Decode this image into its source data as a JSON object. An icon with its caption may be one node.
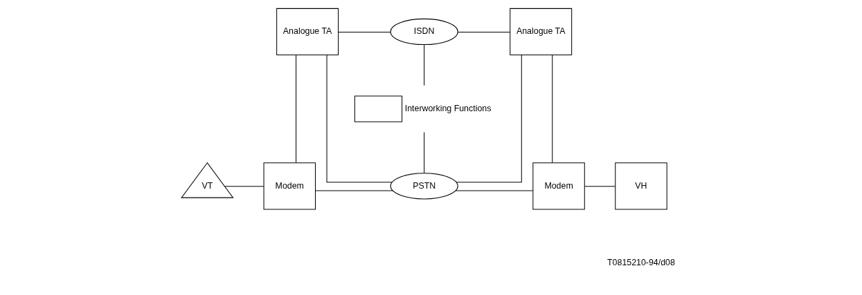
{
  "diagram": {
    "nodes": [
      {
        "text": [
          "Analogue TA"
        ]
      },
      {
        "text": [
          "ISDN"
        ]
      },
      {
        "text": [
          "Analogue TA"
        ]
      },
      {
        "text": [],
        "shape": "box",
        "beside": [
          "Interworking Functions"
        ]
      },
      {
        "text": [
          "VT"
        ]
      },
      {
        "text": [
          "Modem"
        ]
      },
      {
        "text": [
          "PSTN"
        ]
      },
      {
        "text": [
          "Modem"
        ]
      },
      {
        "text": [
          "VH"
        ]
      }
    ],
    "edges": [
      {
        "from": 0,
        "to": 1,
        "arrow": "none"
      },
      {
        "from": 1,
        "to": 2,
        "arrow": "none"
      },
      {
        "from": 1,
        "to": 3,
        "arrow": "none"
      },
      {
        "from": 3,
        "to": 6,
        "arrow": "none"
      },
      {
        "from": 4,
        "to": 5,
        "arrow": "none"
      },
      {
        "from": 5,
        "to": 6,
        "arrow": "none"
      },
      {
        "from": 0,
        "to": 5,
        "arrow": "none"
      },
      {
        "from": 0,
        "to": 6,
        "arrow": "none"
      },
      {
        "from": 6,
        "to": 7,
        "arrow": "none"
      },
      {
        "from": 2,
        "to": 6,
        "arrow": "none"
      },
      {
        "from": 2,
        "to": 7,
        "arrow": "none"
      },
      {
        "from": 7,
        "to": 8,
        "arrow": "none"
      }
    ],
    "labels": [
      "T0815210-94/d08"
    ]
  }
}
